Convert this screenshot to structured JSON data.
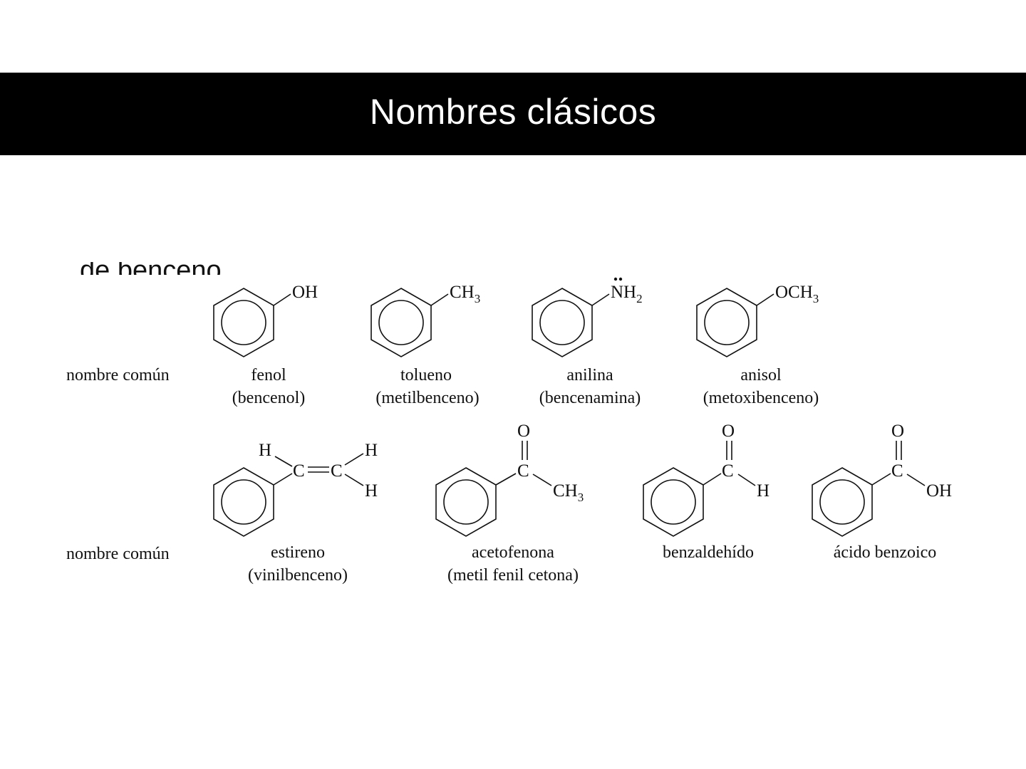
{
  "slide": {
    "title": "Nombres clásicos",
    "cropped_heading": "de benceno"
  },
  "row_labels": [
    "nombre común",
    "nombre común"
  ],
  "compounds": [
    {
      "id": "fenol",
      "name": "fenol",
      "iupac": "(bencenol)",
      "substituent": {
        "main": "OH"
      }
    },
    {
      "id": "tolueno",
      "name": "tolueno",
      "iupac": "(metilbenceno)",
      "substituent": {
        "main": "CH",
        "sub": "3"
      }
    },
    {
      "id": "anilina",
      "name": "anilina",
      "iupac": "(bencenamina)",
      "substituent": {
        "main": "NH",
        "sub": "2"
      }
    },
    {
      "id": "anisol",
      "name": "anisol",
      "iupac": "(metoxibenceno)",
      "substituent": {
        "main": "OCH",
        "sub": "3"
      }
    },
    {
      "id": "estireno",
      "name": "estireno",
      "iupac": "(vinilbenceno)",
      "atoms": {
        "h": "H",
        "c": "C"
      }
    },
    {
      "id": "acetofenona",
      "name": "acetofenona",
      "iupac": "(metil fenil cetona)",
      "atoms": {
        "o": "O",
        "c": "C",
        "ch": "CH",
        "sub": "3"
      }
    },
    {
      "id": "benzaldehido",
      "name": "benzaldehído",
      "atoms": {
        "o": "O",
        "c": "C",
        "h": "H"
      }
    },
    {
      "id": "acido-benzoico",
      "name": "ácido benzoico",
      "atoms": {
        "o": "O",
        "c": "C",
        "oh": "OH"
      }
    }
  ]
}
